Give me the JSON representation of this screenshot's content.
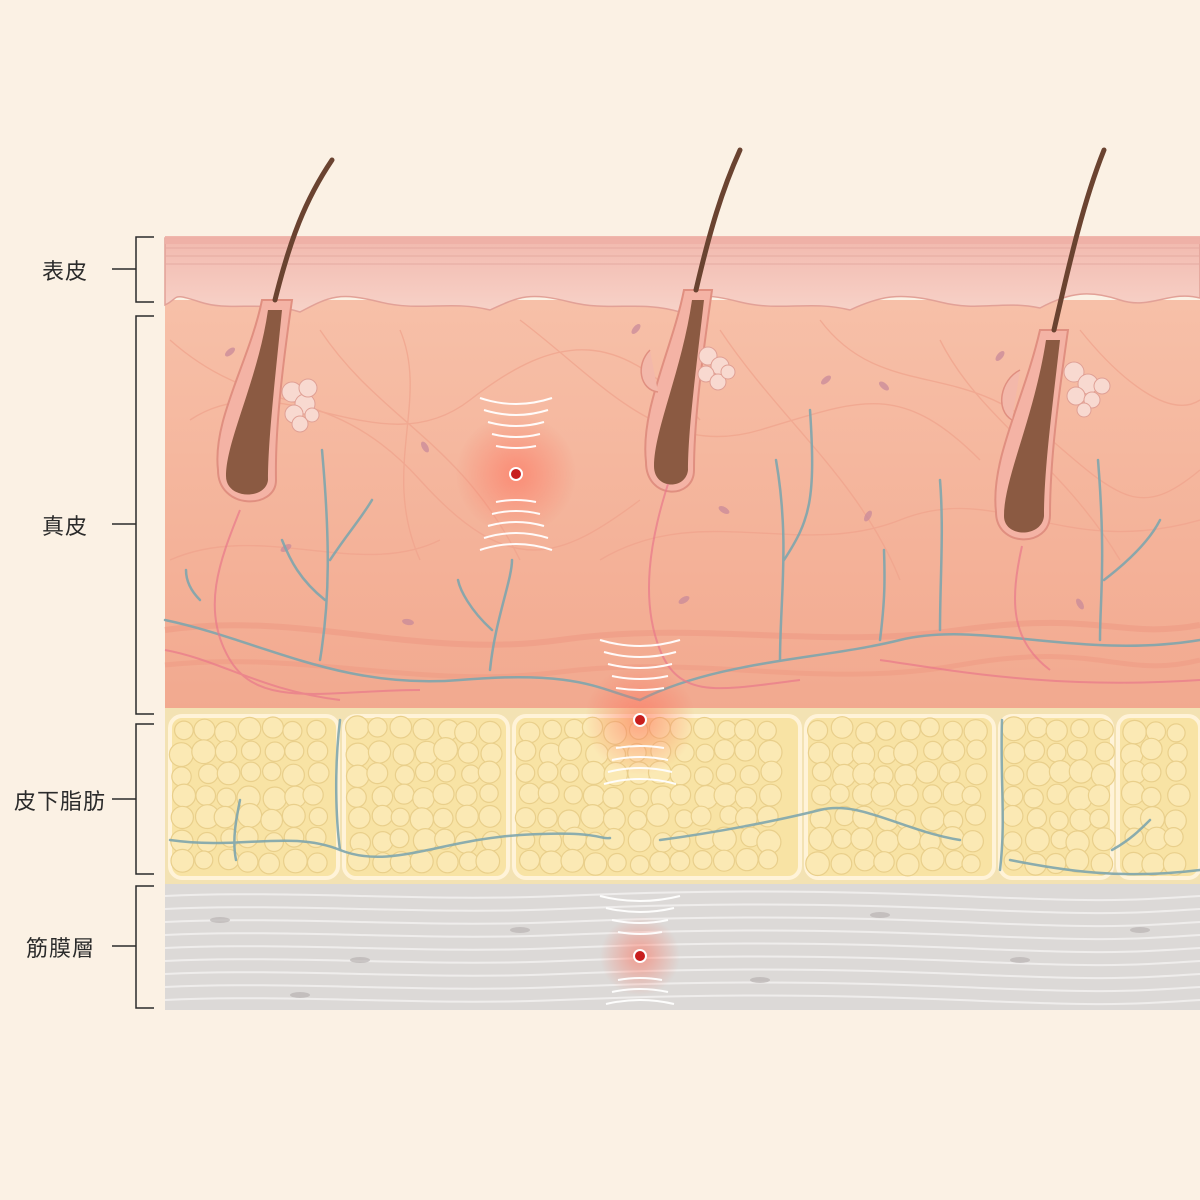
{
  "layers": [
    {
      "id": "epidermis",
      "label": "表皮"
    },
    {
      "id": "dermis",
      "label": "真皮"
    },
    {
      "id": "subcutaneous-fat",
      "label": "皮下脂肪"
    },
    {
      "id": "fascia",
      "label": "筋膜層"
    }
  ],
  "colors": {
    "background": "#fbf1e4",
    "epidermis": "#f3c2b8",
    "dermis": "#f6b9a2",
    "fat": "#f6e1a6",
    "fascia": "#d9d6d4",
    "hair": "#6a4330",
    "vessel": "#7fa6ad",
    "focal_point": "#c81e1e",
    "label_text": "#2b2b2b"
  }
}
